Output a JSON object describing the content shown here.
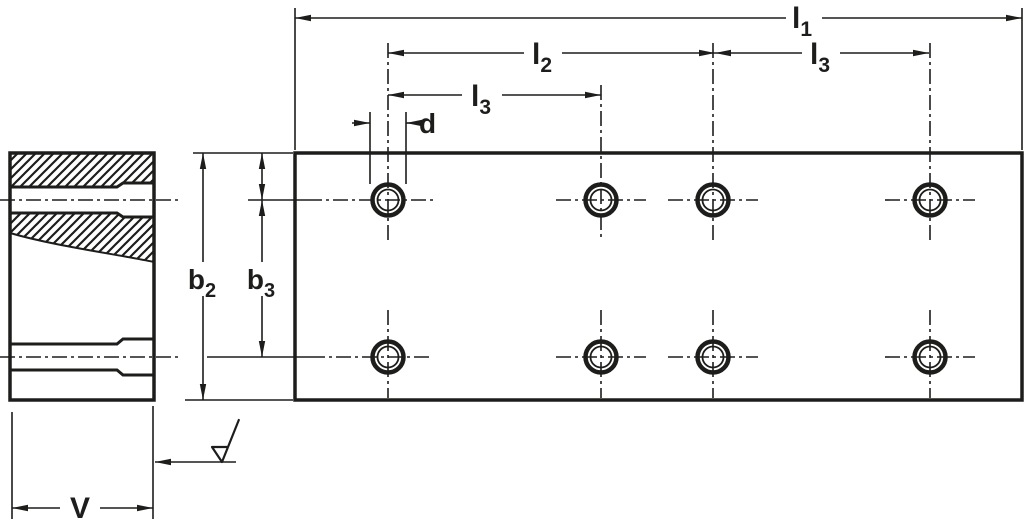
{
  "drawing": {
    "type": "technical-drawing",
    "views": {
      "side_section": "clamping plate cross-section with two counterbored holes, hatched section areas",
      "plan": "rectangular plate with 8 counterbored holes in 2 rows by 4 columns"
    },
    "labels": {
      "l1": {
        "base": "l",
        "sub": "1"
      },
      "l2": {
        "base": "l",
        "sub": "2"
      },
      "l3_right": {
        "base": "l",
        "sub": "3"
      },
      "l3_left": {
        "base": "l",
        "sub": "3"
      },
      "d": {
        "base": "d",
        "sub": ""
      },
      "b2": {
        "base": "b",
        "sub": "2"
      },
      "b3": {
        "base": "b",
        "sub": "3"
      },
      "v": {
        "base": "V",
        "sub": ""
      }
    },
    "symbols": {
      "surface_finish": "machining-required surface texture symbol with leader arrow"
    },
    "colors": {
      "line": "#1d1d1b",
      "background": "#ffffff"
    }
  }
}
